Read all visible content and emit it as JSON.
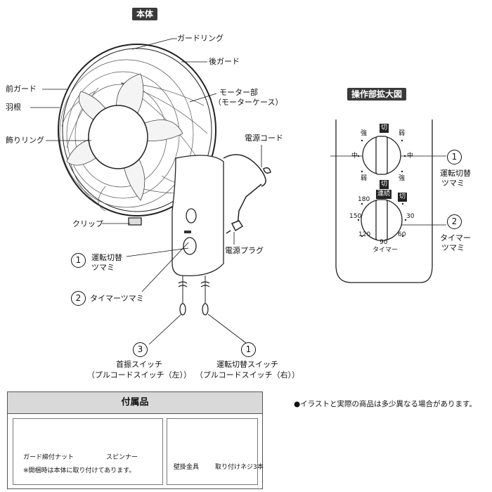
{
  "main_badge": "本体",
  "zoom_badge": "操作部拡大図",
  "parts": {
    "guard_ring": "ガードリング",
    "rear_guard": "後ガード",
    "front_guard": "前ガード",
    "blade": "羽根",
    "motor_line1": "モーター部",
    "motor_line2": "（モーターケース）",
    "deco_ring": "飾りリング",
    "power_cord": "電源コード",
    "clip": "クリップ",
    "power_plug": "電源プラグ"
  },
  "controls": {
    "knob1_num": "1",
    "knob1_line1": "運転切替",
    "knob1_line2": "ツマミ",
    "knob2_num": "2",
    "knob2_text": "タイマーツマミ",
    "switch3_num": "3",
    "switch3_line1": "首振スイッチ",
    "switch3_line2": "（プルコードスイッチ（左））",
    "switch1_num": "1",
    "switch1_line1": "運転切替スイッチ",
    "switch1_line2": "（プルコードスイッチ（右））"
  },
  "zoom": {
    "off_top": "切",
    "strong_l": "強",
    "weak_r": "弱",
    "mid_l": "中",
    "mid_r": "中",
    "weak_l": "弱",
    "strong_r": "強",
    "off_bottom": "切",
    "cont_label": "連続",
    "off_timer": "切",
    "t180": "180",
    "t30": "30",
    "t150": "150",
    "t60": "60",
    "t120": "120",
    "t90": "90",
    "timer_label": "タイマー",
    "k1_num": "1",
    "k1_line1": "運転切替",
    "k1_line2": "ツマミ",
    "k2_num": "2",
    "k2_line1": "タイマー",
    "k2_line2": "ツマミ"
  },
  "note": "●イラストと実際の商品は多少異なる場合があります。",
  "accessories": {
    "title": "付属品",
    "nut": "ガード締付ナット",
    "spinner": "スピンナー",
    "note": "※開梱時は本体に取り付けてあります。",
    "bracket": "壁掛金具",
    "screws": "取り付けネジ3本"
  }
}
